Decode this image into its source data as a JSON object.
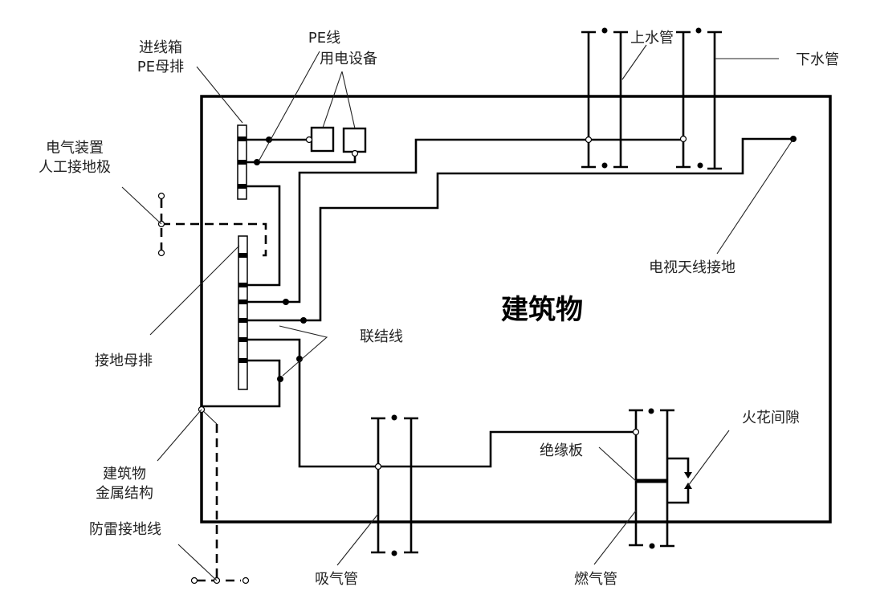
{
  "diagram": {
    "title": "建筑物",
    "labels": {
      "incoming_box": "进线箱",
      "pe_busbar": "PE母排",
      "pe_line": "PE线",
      "equipment": "用电设备",
      "artificial_electrode_1": "电气装置",
      "artificial_electrode_2": "人工接地极",
      "grounding_busbar": "接地母排",
      "bonding_line": "联结线",
      "building_metal_1": "建筑物",
      "building_metal_2": "金属结构",
      "lightning_ground": "防雷接地线",
      "water_supply_pipe": "上水管",
      "drain_pipe": "下水管",
      "tv_antenna_ground": "电视天线接地",
      "spark_gap": "火花间隙",
      "insulating_plate": "绝缘板",
      "suction_pipe": "吸气管",
      "gas_pipe": "燃气管"
    }
  }
}
